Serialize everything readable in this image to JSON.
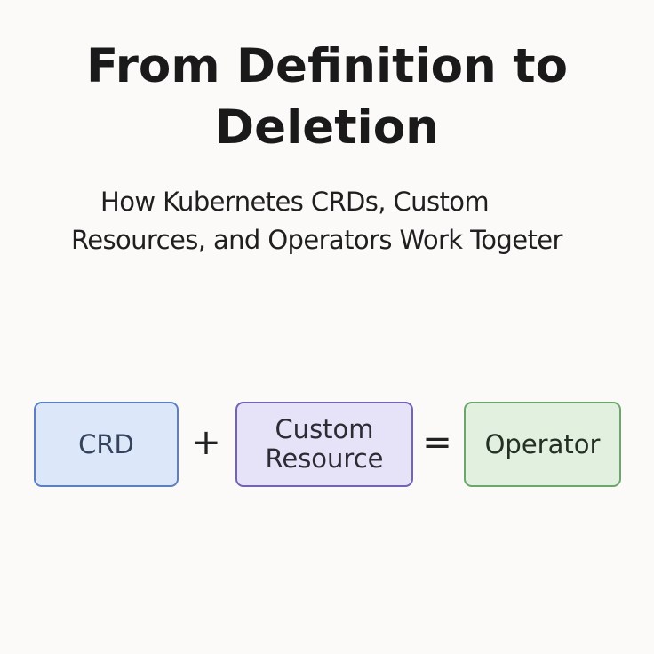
{
  "title": {
    "line1": "From Definition to",
    "line2": "Deletion"
  },
  "subtitle": {
    "line1": "How Kubernetes CRDs, Custom",
    "line2": "Resources, and Operators Work Togeter"
  },
  "diagram": {
    "box_crd": {
      "label": "CRD",
      "fill": "#dce8fa",
      "stroke": "#5b7fc0"
    },
    "plus_symbol": "+",
    "box_custom_resource": {
      "label_line1": "Custom",
      "label_line2": "Resource",
      "fill": "#e6e2f8",
      "stroke": "#7462b4"
    },
    "equals_symbol": "=",
    "box_operator": {
      "label": "Operator",
      "fill": "#e1f0df",
      "stroke": "#6ca66a"
    }
  },
  "colors": {
    "background": "#fbfaf8",
    "text": "#1a1a1a"
  }
}
